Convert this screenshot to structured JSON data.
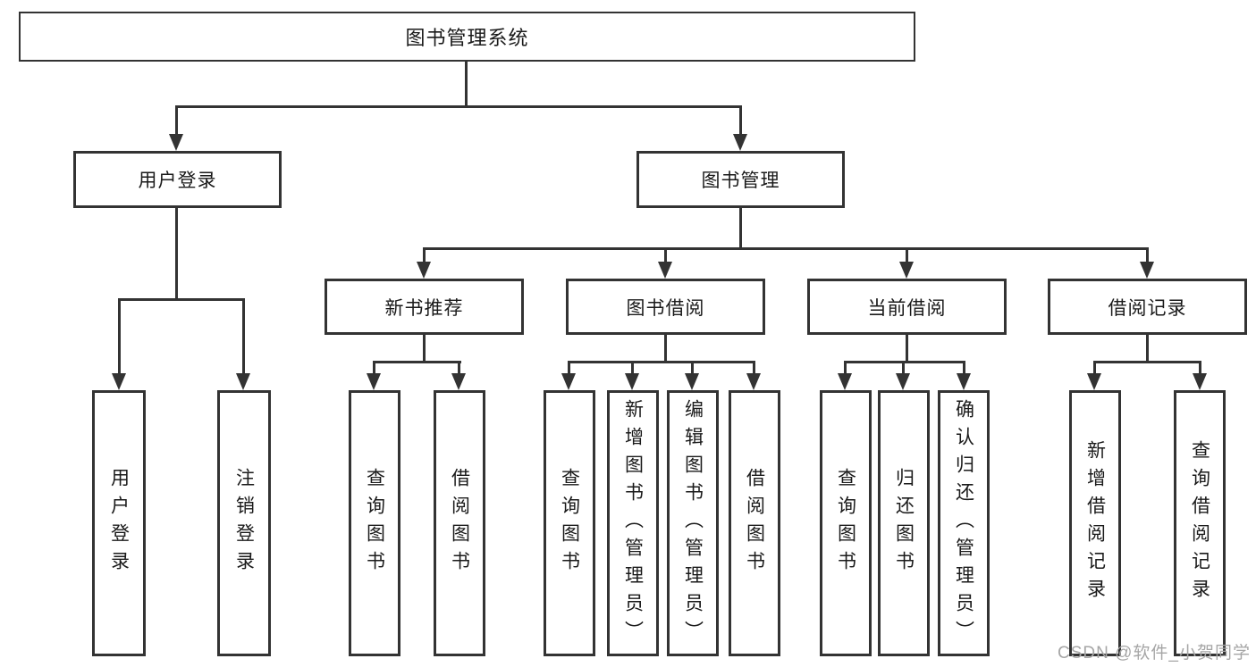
{
  "diagram": {
    "title": "图书管理系统",
    "nodes": {
      "root": {
        "label": "图书管理系统"
      },
      "level2": [
        {
          "label": "用户登录"
        },
        {
          "label": "图书管理"
        }
      ],
      "level3": [
        {
          "label": "新书推荐",
          "parent": "图书管理"
        },
        {
          "label": "图书借阅",
          "parent": "图书管理"
        },
        {
          "label": "当前借阅",
          "parent": "图书管理"
        },
        {
          "label": "借阅记录",
          "parent": "图书管理"
        }
      ],
      "leaves": [
        {
          "label": "用户登录",
          "parent": "用户登录"
        },
        {
          "label": "注销登录",
          "parent": "用户登录"
        },
        {
          "label": "查询图书",
          "parent": "新书推荐"
        },
        {
          "label": "借阅图书",
          "parent": "新书推荐"
        },
        {
          "label": "查询图书",
          "parent": "图书借阅"
        },
        {
          "label": "新增图书（管理员）",
          "parent": "图书借阅"
        },
        {
          "label": "编辑图书（管理员）",
          "parent": "图书借阅"
        },
        {
          "label": "借阅图书",
          "parent": "图书借阅"
        },
        {
          "label": "查询图书",
          "parent": "当前借阅"
        },
        {
          "label": "归还图书",
          "parent": "当前借阅"
        },
        {
          "label": "确认归还（管理员）",
          "parent": "当前借阅"
        },
        {
          "label": "新增借阅记录",
          "parent": "借阅记录"
        },
        {
          "label": "查询借阅记录",
          "parent": "借阅记录"
        }
      ]
    },
    "colors": {
      "line": "#333333",
      "border": "#333333",
      "text": "#1a1a1a",
      "background": "#ffffff",
      "watermark": "#a6a6a6"
    }
  },
  "watermark": {
    "text": "CSDN @软件_小贺同学"
  }
}
